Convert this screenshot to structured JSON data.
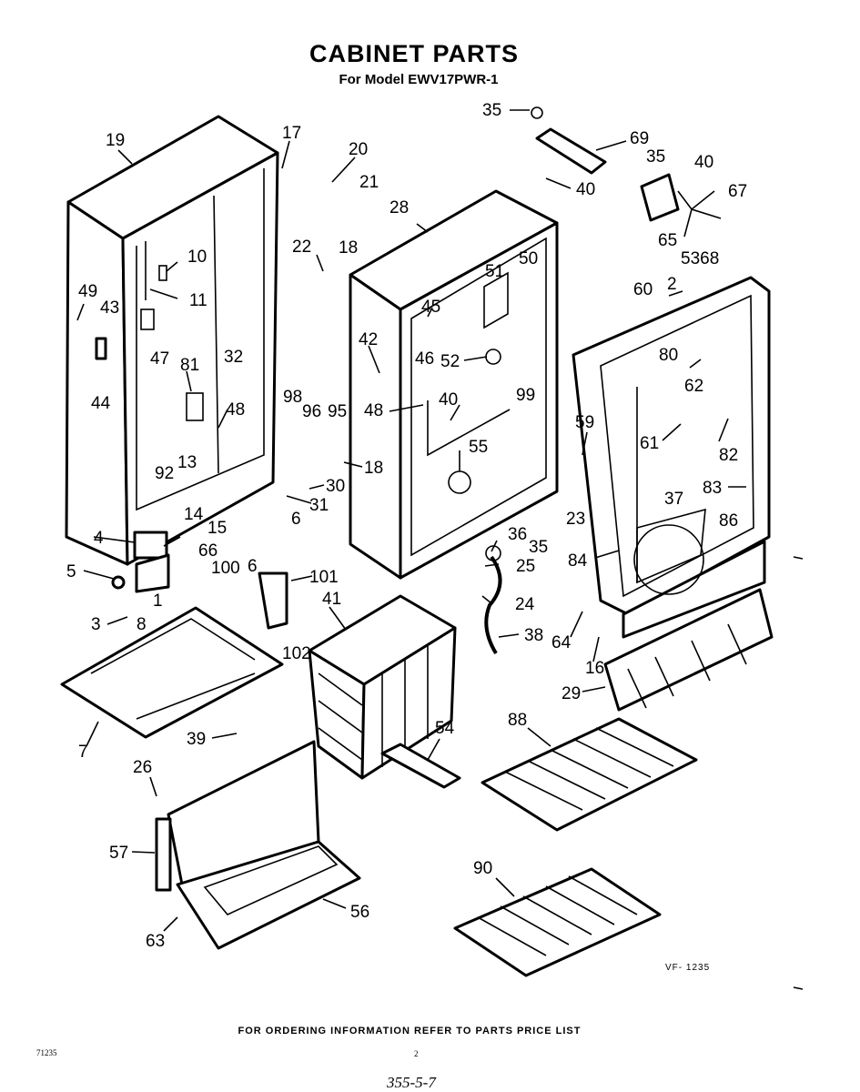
{
  "title": "CABINET PARTS",
  "subtitle": "For Model EWV17PWR-1",
  "footer": "FOR ORDERING INFORMATION REFER TO PARTS PRICE LIST",
  "code_left": "71235",
  "page_number": "2",
  "diagram_code": "VF- 1235",
  "handwritten_note": "355-5-7",
  "labels": {
    "l19": "19",
    "l17": "17",
    "l20": "20",
    "l21": "21",
    "l18a": "18",
    "l35a": "35",
    "l69": "69",
    "l35b": "35",
    "l40a": "40",
    "l40b": "40",
    "l67": "67",
    "l65": "65",
    "l5368": "5368",
    "l28": "28",
    "l22": "22",
    "l50": "50",
    "l51": "51",
    "l10": "10",
    "l11": "11",
    "l49": "49",
    "l43": "43",
    "l45": "45",
    "l60": "60",
    "l2": "2",
    "l47": "47",
    "l32": "32",
    "l42": "42",
    "l52": "52",
    "l80": "80",
    "l62": "62",
    "l44": "44",
    "l81": "81",
    "l46": "46",
    "l98": "98",
    "l96": "96",
    "l95": "95",
    "l48a": "48",
    "l48b": "48",
    "l40c": "40",
    "l99": "99",
    "l59": "59",
    "l61": "61",
    "l82": "82",
    "l55": "55",
    "l13": "13",
    "l92": "92",
    "l18b": "18",
    "l30": "30",
    "l83": "83",
    "l31": "31",
    "l14": "14",
    "l15": "15",
    "l6a": "6",
    "l23": "23",
    "l37": "37",
    "l86": "86",
    "l4": "4",
    "l36": "36",
    "l35c": "35",
    "l66": "66",
    "l100": "100",
    "l6b": "6",
    "l101": "101",
    "l25": "25",
    "l84": "84",
    "l5": "5",
    "l41": "41",
    "l1": "1",
    "l24": "24",
    "l3": "3",
    "l8": "8",
    "l102": "102",
    "l38": "38",
    "l64": "64",
    "l16": "16",
    "l29": "29",
    "l7": "7",
    "l39": "39",
    "l54": "54",
    "l88": "88",
    "l26": "26",
    "l57": "57",
    "l56": "56",
    "l90": "90",
    "l63": "63"
  }
}
